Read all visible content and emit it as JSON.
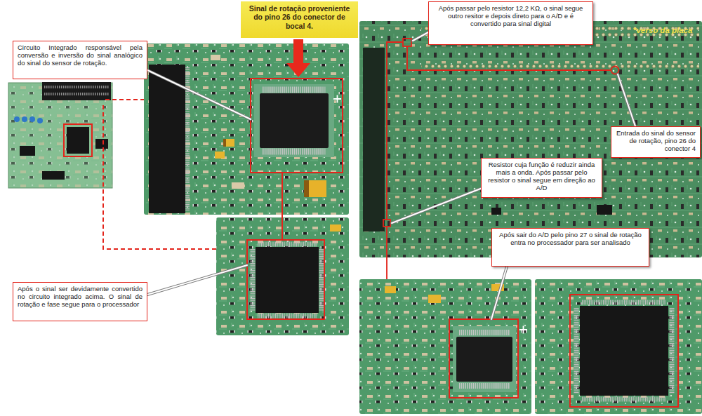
{
  "diagram": {
    "nodes": [
      {
        "text": [
          "Sinal de rotação proveniente do pino 26 do conector de bocal 4."
        ]
      },
      {
        "text": [
          "Circuito Integrado responsável pela conversão e inversão do sinal analógico do sinal do sensor de rotação."
        ]
      },
      {
        "text": [
          "Após o sinal ser devidamente convertido no circuito integrado acima. O sinal de rotação e fase segue para o processador"
        ]
      },
      {
        "text": [
          "Após passar pelo resistor 12,2 KΩ, o sinal segue outro resitor e depois direto para o A/D e é convertido para sinal digital"
        ]
      },
      {
        "text": [
          "Entrada do sinal do sensor de rotação, pino 26 do conector 4"
        ]
      },
      {
        "text": [
          "Resistor cuja função é reduzir ainda mais a onda. Após passar pelo resistor o sinal segue em direção ao A/D"
        ]
      },
      {
        "text": [
          "Após sair do A/D pelo pino 27 o sinal de rotação entra no processador para ser analisado"
        ]
      }
    ],
    "labels": [
      "*verso da placa"
    ]
  }
}
